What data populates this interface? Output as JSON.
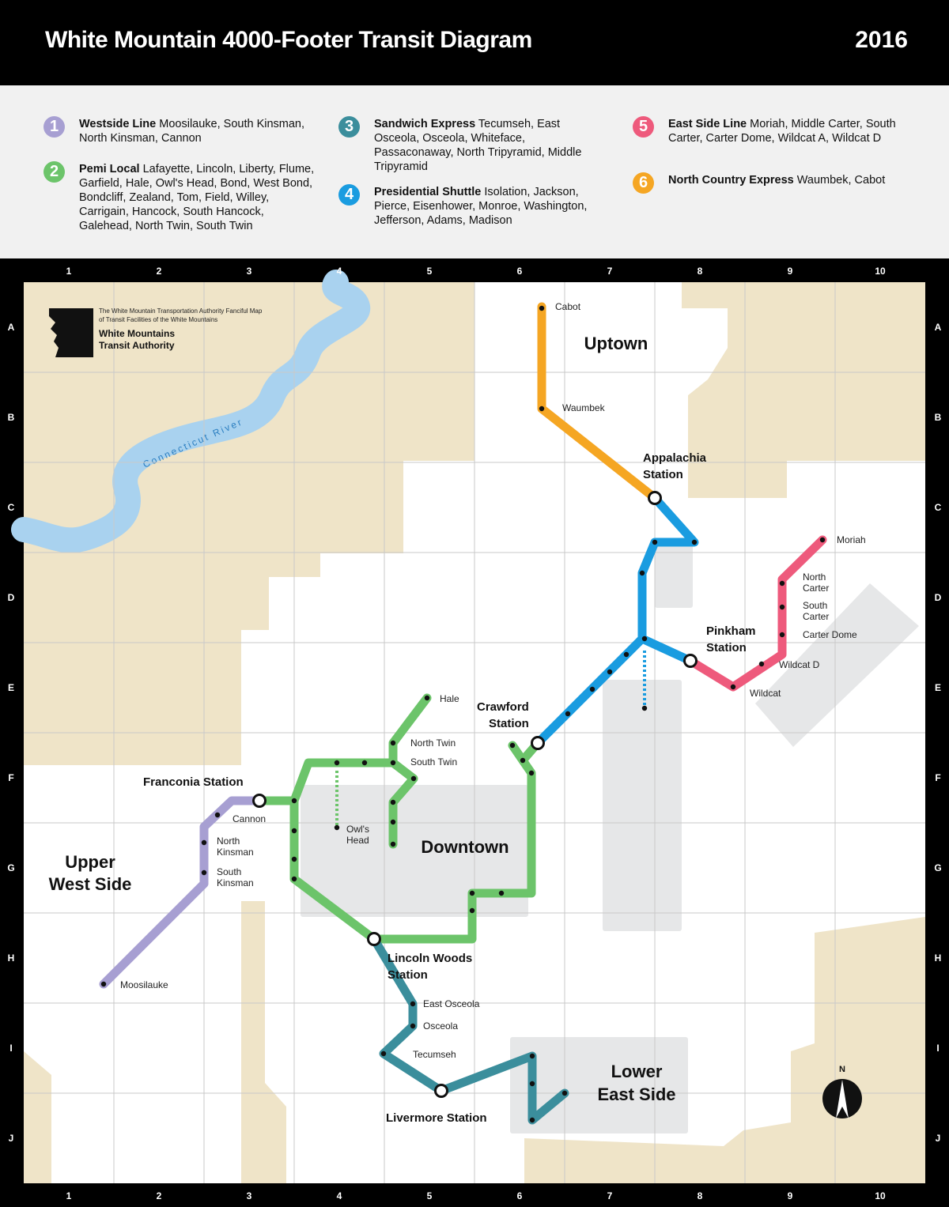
{
  "header": {
    "title": "White Mountain 4000-Footer Transit Diagram",
    "year": "2016"
  },
  "legend": [
    {
      "num": "1",
      "name": "Westside Line",
      "stops": "Moosilauke, South Kinsman, North Kinsman, Cannon",
      "color": "#a79fd2"
    },
    {
      "num": "2",
      "name": "Pemi Local",
      "stops": "Lafayette, Lincoln, Liberty, Flume, Garfield, Hale, Owl's Head, Bond, West Bond, Bondcliff, Zealand, Tom, Field, Willey, Carrigain, Hancock, South Hancock, Galehead, North Twin, South Twin",
      "color": "#6cc46a"
    },
    {
      "num": "3",
      "name": "Sandwich Express",
      "stops": "Tecumseh, East Osceola, Osceola, Whiteface, Passaconaway, North Tripyramid, Middle Tripyramid",
      "color": "#3b8e9c"
    },
    {
      "num": "4",
      "name": "Presidential Shuttle",
      "stops": "Isolation, Jackson, Pierce, Eisenhower, Monroe, Washington, Jefferson, Adams, Madison",
      "color": "#1a9ce0"
    },
    {
      "num": "5",
      "name": "East Side Line",
      "stops": "Moriah, Middle Carter, South Carter, Carter Dome, Wildcat A, Wildcat D",
      "color": "#ee5a7c"
    },
    {
      "num": "6",
      "name": "North Country Express",
      "stops": "Waumbek, Cabot",
      "color": "#f5a623"
    }
  ],
  "grid": {
    "cols": [
      "1",
      "2",
      "3",
      "4",
      "5",
      "6",
      "7",
      "8",
      "9",
      "10"
    ],
    "rows": [
      "A",
      "B",
      "C",
      "D",
      "E",
      "F",
      "G",
      "H",
      "I",
      "J"
    ]
  },
  "authority": {
    "fine_print_1": "The White Mountain Transportation Authority Fanciful Map",
    "fine_print_2": "of Transit Facilities of the White Mountains",
    "name_1": "White Mountains",
    "name_2": "Transit Authority"
  },
  "river": "Connecticut River",
  "districts": {
    "uptown": "Uptown",
    "downtown": "Downtown",
    "uws_1": "Upper",
    "uws_2": "West Side",
    "les_1": "Lower",
    "les_2": "East Side"
  },
  "stations": {
    "appalachia_1": "Appalachia",
    "appalachia_2": "Station",
    "pinkham_1": "Pinkham",
    "pinkham_2": "Station",
    "crawford_1": "Crawford",
    "crawford_2": "Station",
    "franconia": "Franconia Station",
    "lincoln_1": "Lincoln Woods",
    "lincoln_2": "Station",
    "livermore": "Livermore Station"
  },
  "stops": {
    "cabot": "Cabot",
    "waumbek": "Waumbek",
    "moriah": "Moriah",
    "north_carter_1": "North",
    "north_carter_2": "Carter",
    "south_carter_1": "South",
    "south_carter_2": "Carter",
    "carter_dome": "Carter Dome",
    "wildcat_d": "Wildcat D",
    "wildcat": "Wildcat",
    "hale": "Hale",
    "north_twin": "North Twin",
    "south_twin": "South Twin",
    "owls_head_1": "Owl's",
    "owls_head_2": "Head",
    "cannon": "Cannon",
    "north_kinsman_1": "North",
    "north_kinsman_2": "Kinsman",
    "south_kinsman_1": "South",
    "south_kinsman_2": "Kinsman",
    "moosilauke": "Moosilauke",
    "east_osceola": "East Osceola",
    "osceola": "Osceola",
    "tecumseh": "Tecumseh"
  },
  "compass": "N"
}
